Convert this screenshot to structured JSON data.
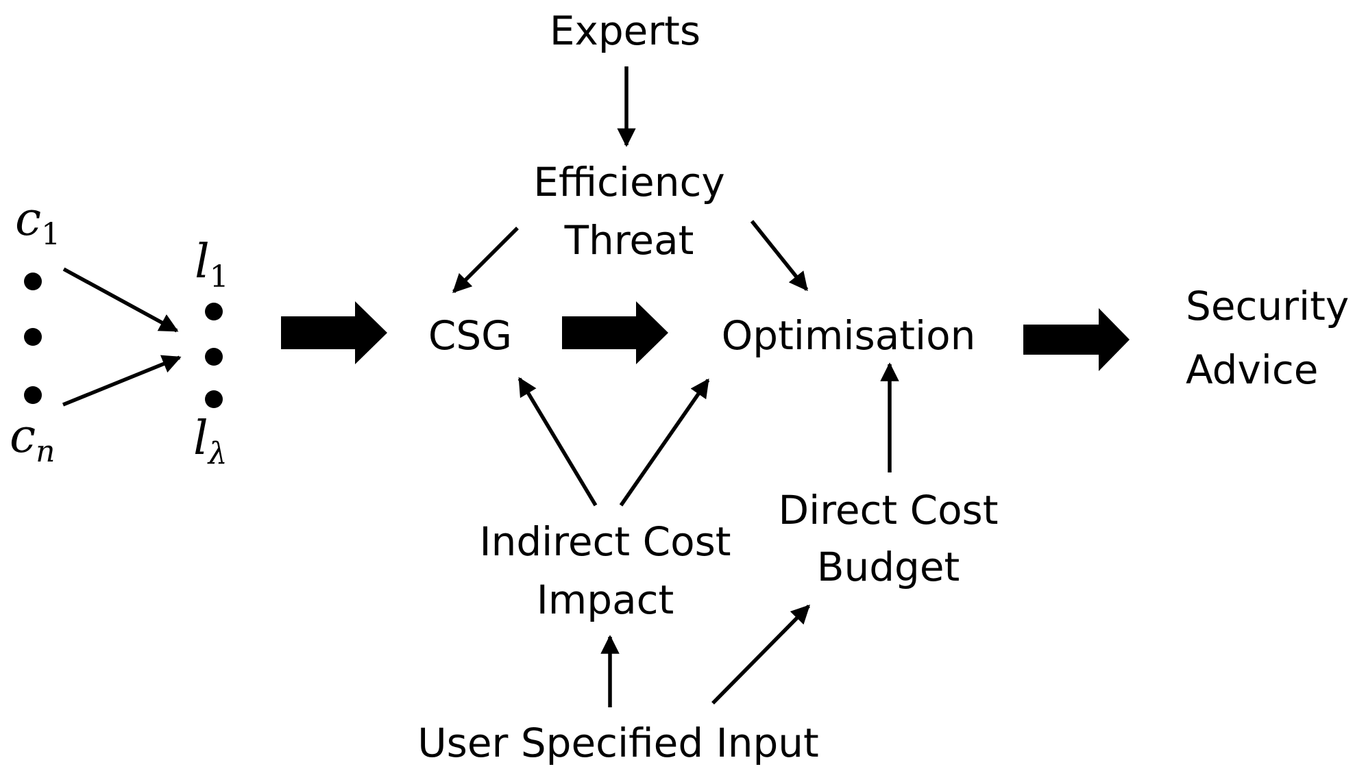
{
  "nodes": {
    "experts": "Experts",
    "efficiency_line1": "Efficiency",
    "efficiency_line2": "Threat",
    "csg": "CSG",
    "optimisation": "Optimisation",
    "security_line1": "Security",
    "security_line2": "Advice",
    "indirect_line1": "Indirect Cost",
    "indirect_line2": "Impact",
    "direct_line1": "Direct Cost",
    "direct_line2": "Budget",
    "user_input": "User Specified Input"
  },
  "math": {
    "c_first_base": "c",
    "c_first_sub": "1",
    "c_last_base": "c",
    "c_last_sub": "n",
    "l_first_base": "l",
    "l_first_sub": "1",
    "l_last_base": "l",
    "l_last_sub": "λ"
  }
}
